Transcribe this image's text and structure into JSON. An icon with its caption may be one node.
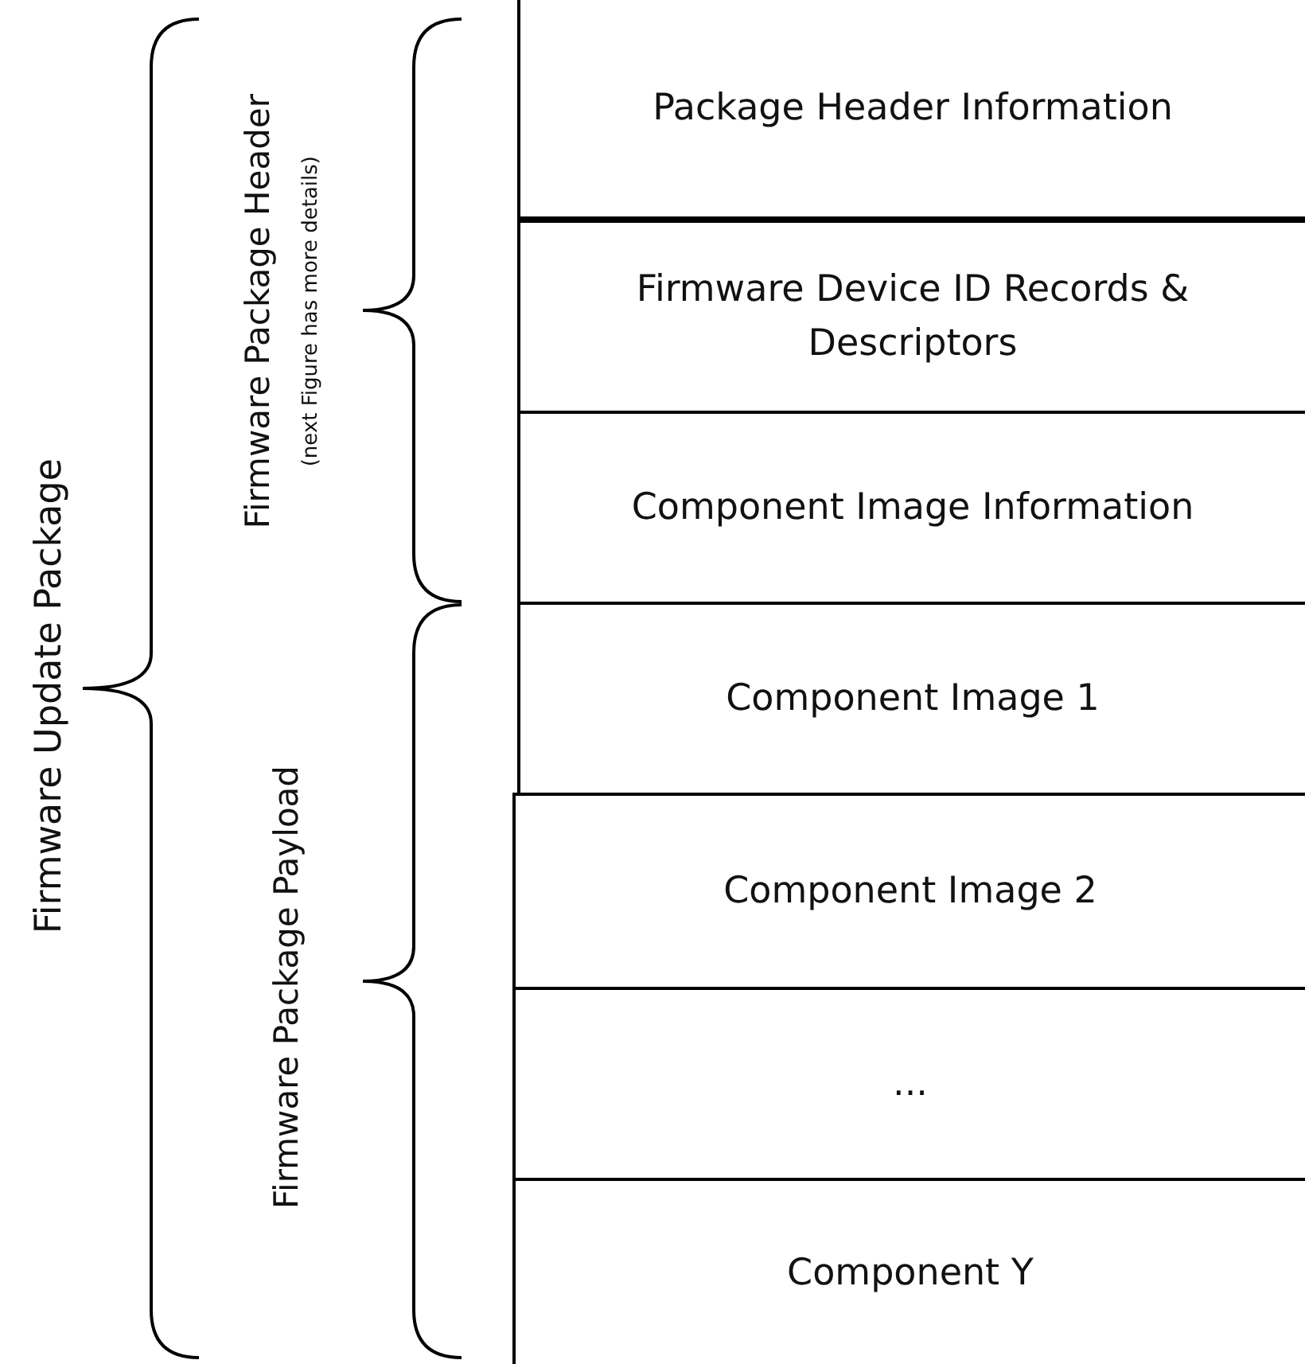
{
  "diagram": {
    "nodes": [
      {
        "text": [
          "Package Header Information"
        ]
      },
      {
        "text": [
          "Firmware Device ID Records & Descriptors"
        ]
      },
      {
        "text": [
          "Component Image Information"
        ]
      },
      {
        "text": [
          "Component Image 1"
        ]
      },
      {
        "text": [
          "Component Image 2"
        ]
      },
      {
        "text": [
          "..."
        ]
      },
      {
        "text": [
          "Component Y"
        ]
      }
    ],
    "labels": [
      "Firmware Update Package",
      "Firmware Package Header",
      "(next Figure has more details)",
      "Firmware Package Payload"
    ]
  }
}
